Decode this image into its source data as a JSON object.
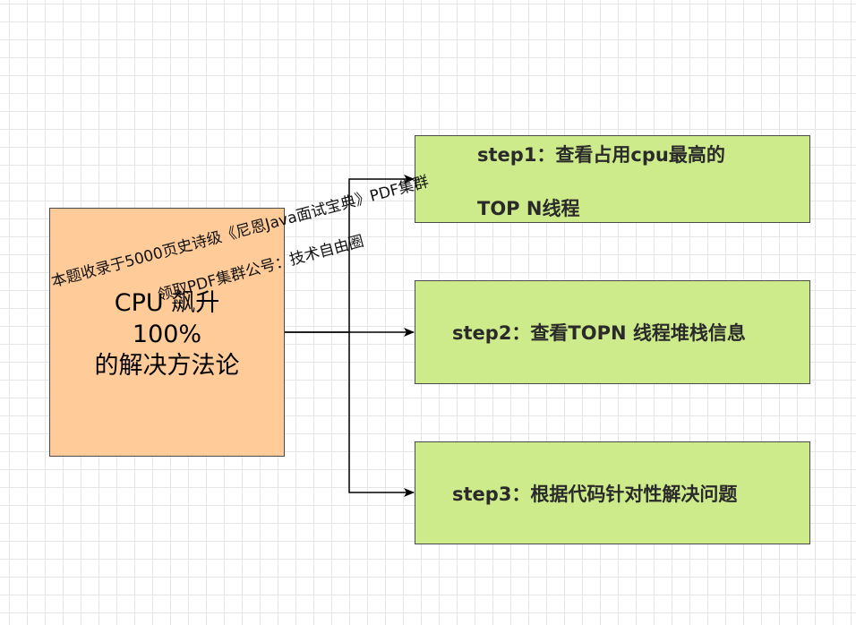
{
  "diagram": {
    "source": {
      "lines": [
        "CPU 飙升",
        "100%",
        "的解决方法论"
      ],
      "fill": "#ffcc99"
    },
    "steps": [
      {
        "lines": [
          "step1：查看占用cpu最高的",
          "TOP N线程"
        ],
        "fill": "#cdeb8b"
      },
      {
        "lines": [
          "step2：查看TOPN 线程堆栈信息"
        ],
        "fill": "#cdeb8b"
      },
      {
        "lines": [
          "step3：根据代码针对性解决问题"
        ],
        "fill": "#cdeb8b"
      }
    ]
  },
  "watermark": {
    "line1": "本题收录于5000页史诗级《尼恩Java面试宝典》PDF集群",
    "line2": "领取PDF集群公号：技术自由圈"
  }
}
